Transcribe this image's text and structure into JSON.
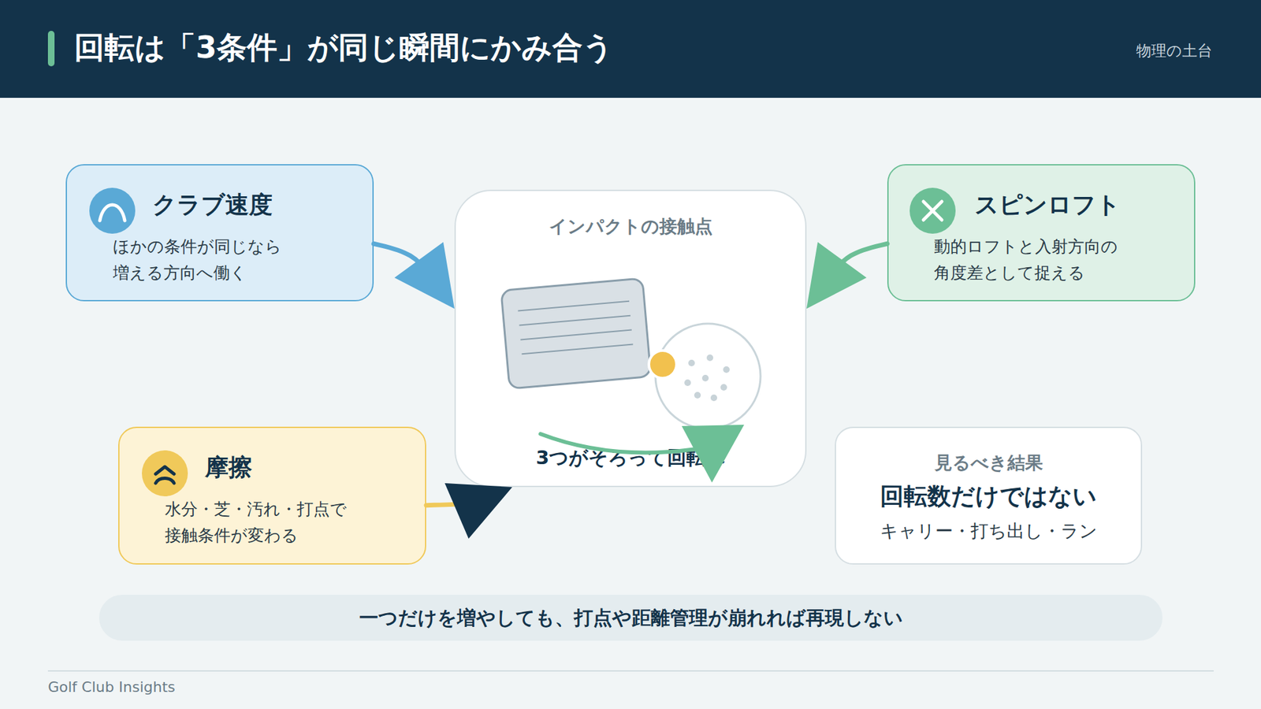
{
  "diagram": {
    "title": "回転は「3条件」が同じ瞬間にかみ合う",
    "nodes": [
      {
        "text": [
          "クラブ速度",
          "ほかの条件が同じなら 増える方向へ働く"
        ]
      },
      {
        "text": [
          "インパクトの接触点",
          "3つがそろって回転へ"
        ]
      },
      {
        "text": [
          "スピンロフト",
          "動的ロフトと入射方向の 角度差として捉える"
        ]
      },
      {
        "text": [
          "摩擦",
          "水分・芝・汚れ・打点で 接触条件が変わる"
        ]
      },
      {
        "text": [
          "見るべき結果",
          "回転数だけではない",
          "キャリー・打ち出し・ラン"
        ]
      },
      {
        "text": [
          "一つだけを増やしても、打点や距離管理が崩れれば再現しない"
        ]
      }
    ],
    "edges": [
      {
        "from": 0,
        "to": 1,
        "arrow": "to"
      },
      {
        "from": 2,
        "to": 1,
        "arrow": "to"
      },
      {
        "from": 3,
        "to": 1,
        "arrow": "to"
      }
    ],
    "labels": [
      "物理の土台",
      "Golf Club Insights"
    ]
  }
}
